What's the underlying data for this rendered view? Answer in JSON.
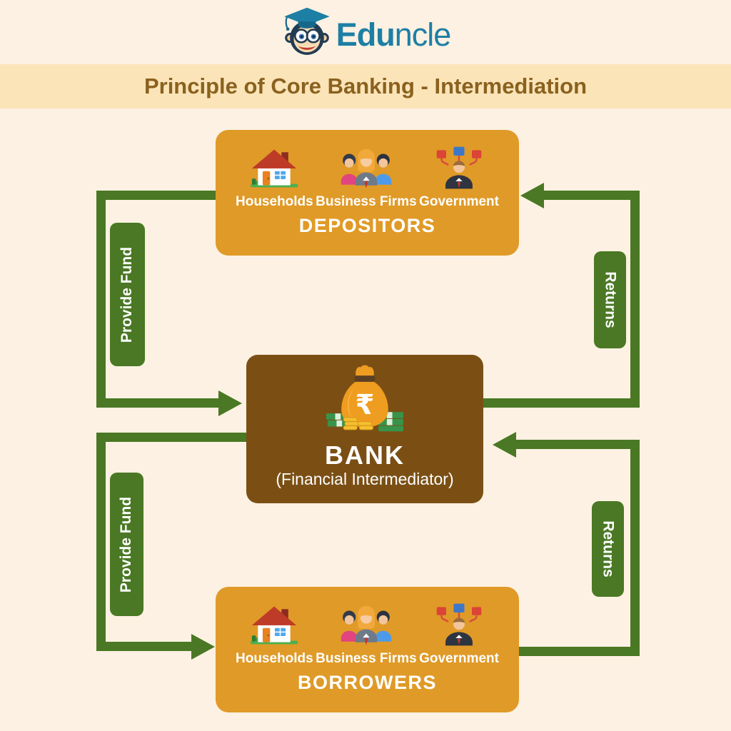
{
  "colors": {
    "background": "#FCF1E2",
    "banner_bg": "#FBE4B8",
    "banner_text": "#8A611E",
    "box_orange": "#E09A27",
    "box_brown": "#7B4F14",
    "arrow_green": "#4A7824",
    "brand_teal": "#1E7FA5",
    "text_white": "#FFFFFF"
  },
  "logo": {
    "brand_bold": "Edu",
    "brand_rest": "ncle",
    "mascot": "monkey-graduate-icon"
  },
  "banner": {
    "title": "Principle of Core Banking - Intermediation"
  },
  "depositors": {
    "title": "DEPOSITORS",
    "members": [
      {
        "label": "Households",
        "icon": "house-icon"
      },
      {
        "label": "Business Firms",
        "icon": "business-people-icon"
      },
      {
        "label": "Government",
        "icon": "org-chart-person-icon"
      }
    ]
  },
  "bank": {
    "title": "BANK",
    "subtitle": "(Financial Intermediator)",
    "icon": "money-bag-rupee-icon"
  },
  "borrowers": {
    "title": "BORROWERS",
    "members": [
      {
        "label": "Households",
        "icon": "house-icon"
      },
      {
        "label": "Business Firms",
        "icon": "business-people-icon"
      },
      {
        "label": "Government",
        "icon": "org-chart-person-icon"
      }
    ]
  },
  "flows": {
    "provide_fund_top": "Provide Fund",
    "provide_fund_bottom": "Provide Fund",
    "returns_top": "Returns",
    "returns_bottom": "Returns"
  }
}
